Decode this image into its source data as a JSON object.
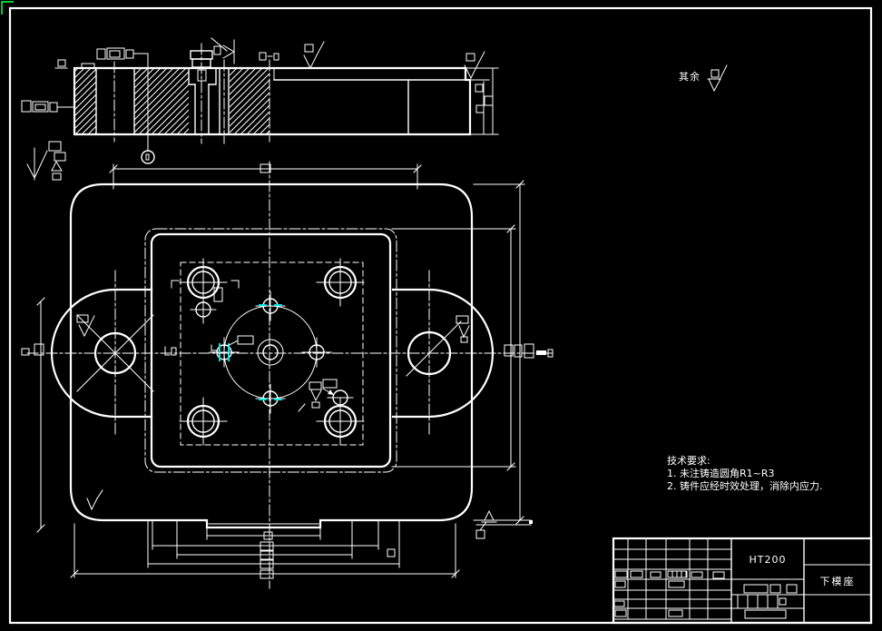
{
  "drawing": {
    "background": "#000000",
    "line_color": "#ffffff",
    "highlight_color": "#00e5e5",
    "grip_color": "#00cc33"
  },
  "notes": {
    "surface_default_label": "其余",
    "tech_title": "技术要求:",
    "tech_item_1": "1. 未注铸造圆角R1~R3",
    "tech_item_2": "2. 铸件应经时效处理，消除内应力."
  },
  "title_block": {
    "material": "HT200",
    "part_name": "下模座"
  }
}
